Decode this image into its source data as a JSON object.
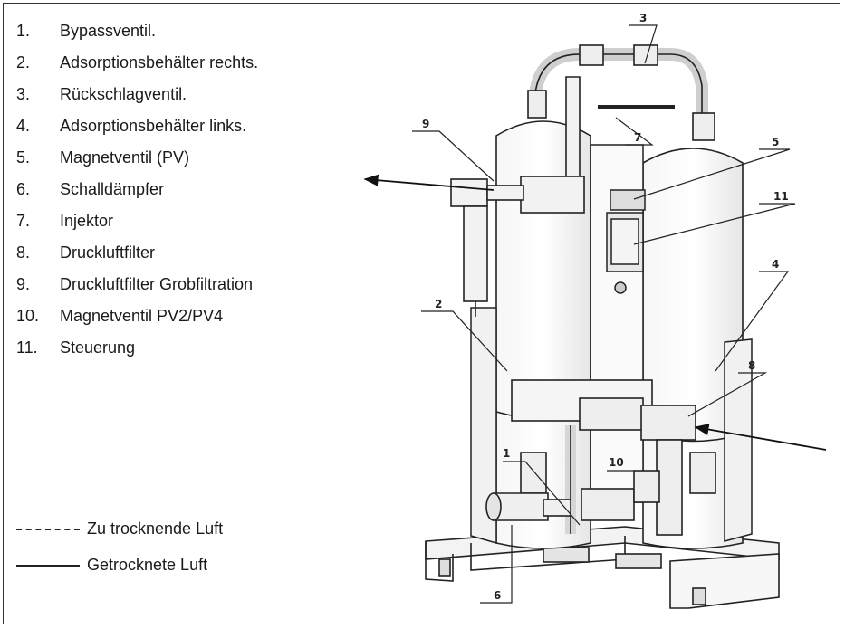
{
  "legend": {
    "items": [
      {
        "num": "1.",
        "label": "Bypassventil."
      },
      {
        "num": "2.",
        "label": "Adsorptionsbehälter rechts."
      },
      {
        "num": "3.",
        "label": "Rückschlagventil."
      },
      {
        "num": "4.",
        "label": "Adsorptionsbehälter links."
      },
      {
        "num": "5.",
        "label": "Magnetventil (PV)"
      },
      {
        "num": "6.",
        "label": "Schalldämpfer"
      },
      {
        "num": "7.",
        "label": "Injektor"
      },
      {
        "num": "8.",
        "label": "Druckluftfilter"
      },
      {
        "num": "9.",
        "label": "Druckluftfilter Grobfiltration"
      },
      {
        "num": "10.",
        "label": "Magnetventil PV2/PV4"
      },
      {
        "num": "11.",
        "label": "Steuerung"
      }
    ],
    "line_dashed": "Zu trocknende Luft",
    "line_solid": "Getrocknete Luft"
  },
  "callouts": {
    "c1": "1",
    "c2": "2",
    "c3": "3",
    "c4": "4",
    "c5": "5",
    "c6": "6",
    "c7": "7",
    "c8": "8",
    "c9": "9",
    "c10": "10",
    "c11": "11"
  }
}
